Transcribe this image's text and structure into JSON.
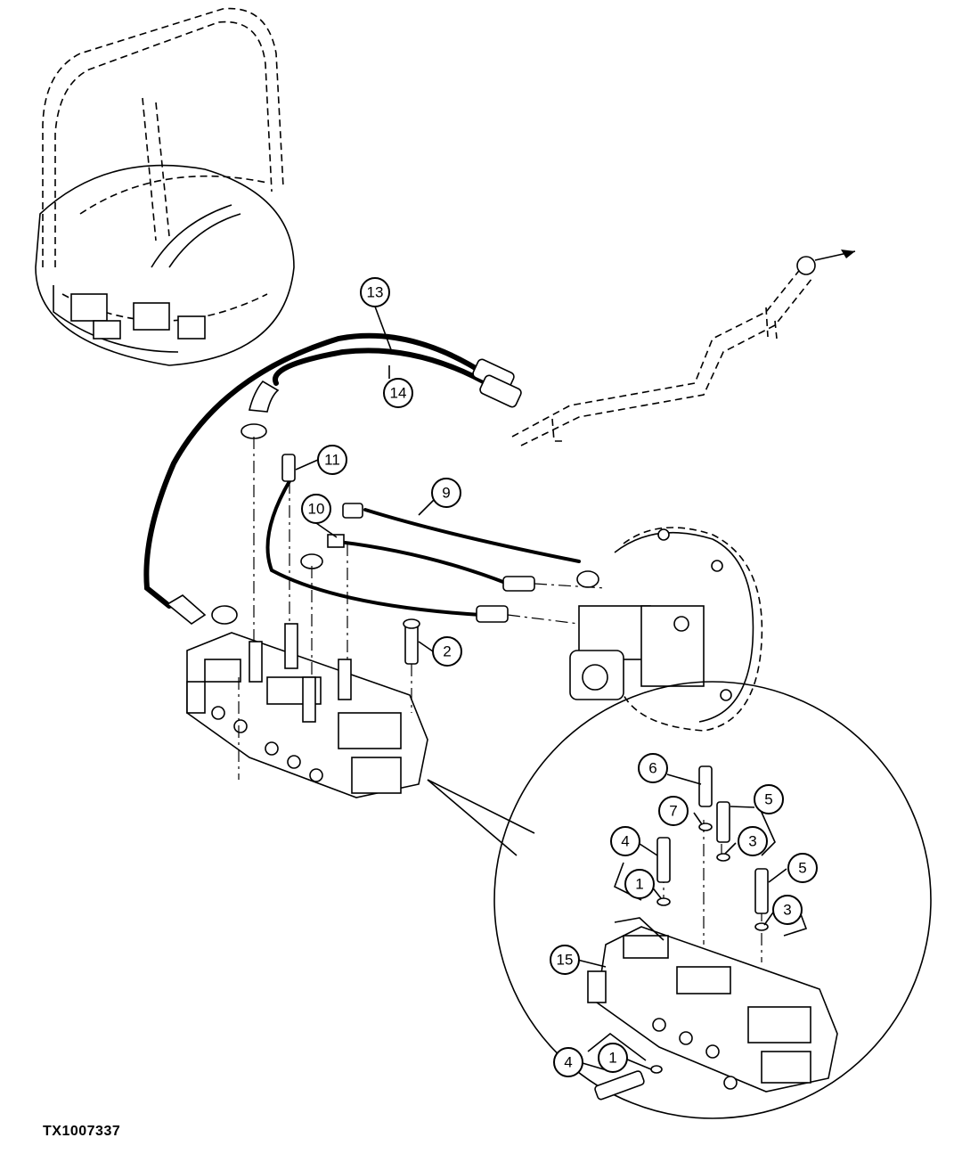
{
  "figure_id": "TX1007337",
  "callouts": {
    "c13": "13",
    "c14": "14",
    "c11": "11",
    "c9": "9",
    "c10": "10",
    "c2": "2",
    "c6": "6",
    "c7": "7",
    "c5a": "5",
    "c3a": "3",
    "c4a": "4",
    "c1a": "1",
    "c5b": "5",
    "c3b": "3",
    "c15": "15",
    "c4b": "4",
    "c1b": "1"
  }
}
